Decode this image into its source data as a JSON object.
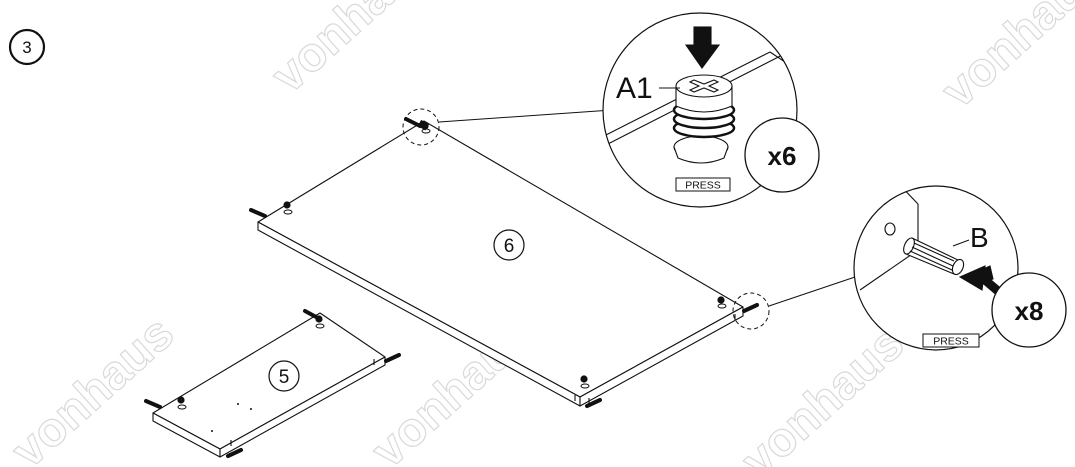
{
  "step": {
    "number": "3"
  },
  "panels": [
    {
      "id": "6",
      "label": "6"
    },
    {
      "id": "5",
      "label": "5"
    }
  ],
  "callouts": {
    "cam_lock": {
      "part_label": "A1",
      "quantity": "x6",
      "instruction": "PRESS"
    },
    "dowel": {
      "part_label": "B",
      "quantity": "x8",
      "instruction": "PRESS"
    }
  },
  "watermark": {
    "text": "vonhaus",
    "color": "#d9d9d9"
  },
  "colors": {
    "line": "#111111",
    "background": "#ffffff"
  }
}
